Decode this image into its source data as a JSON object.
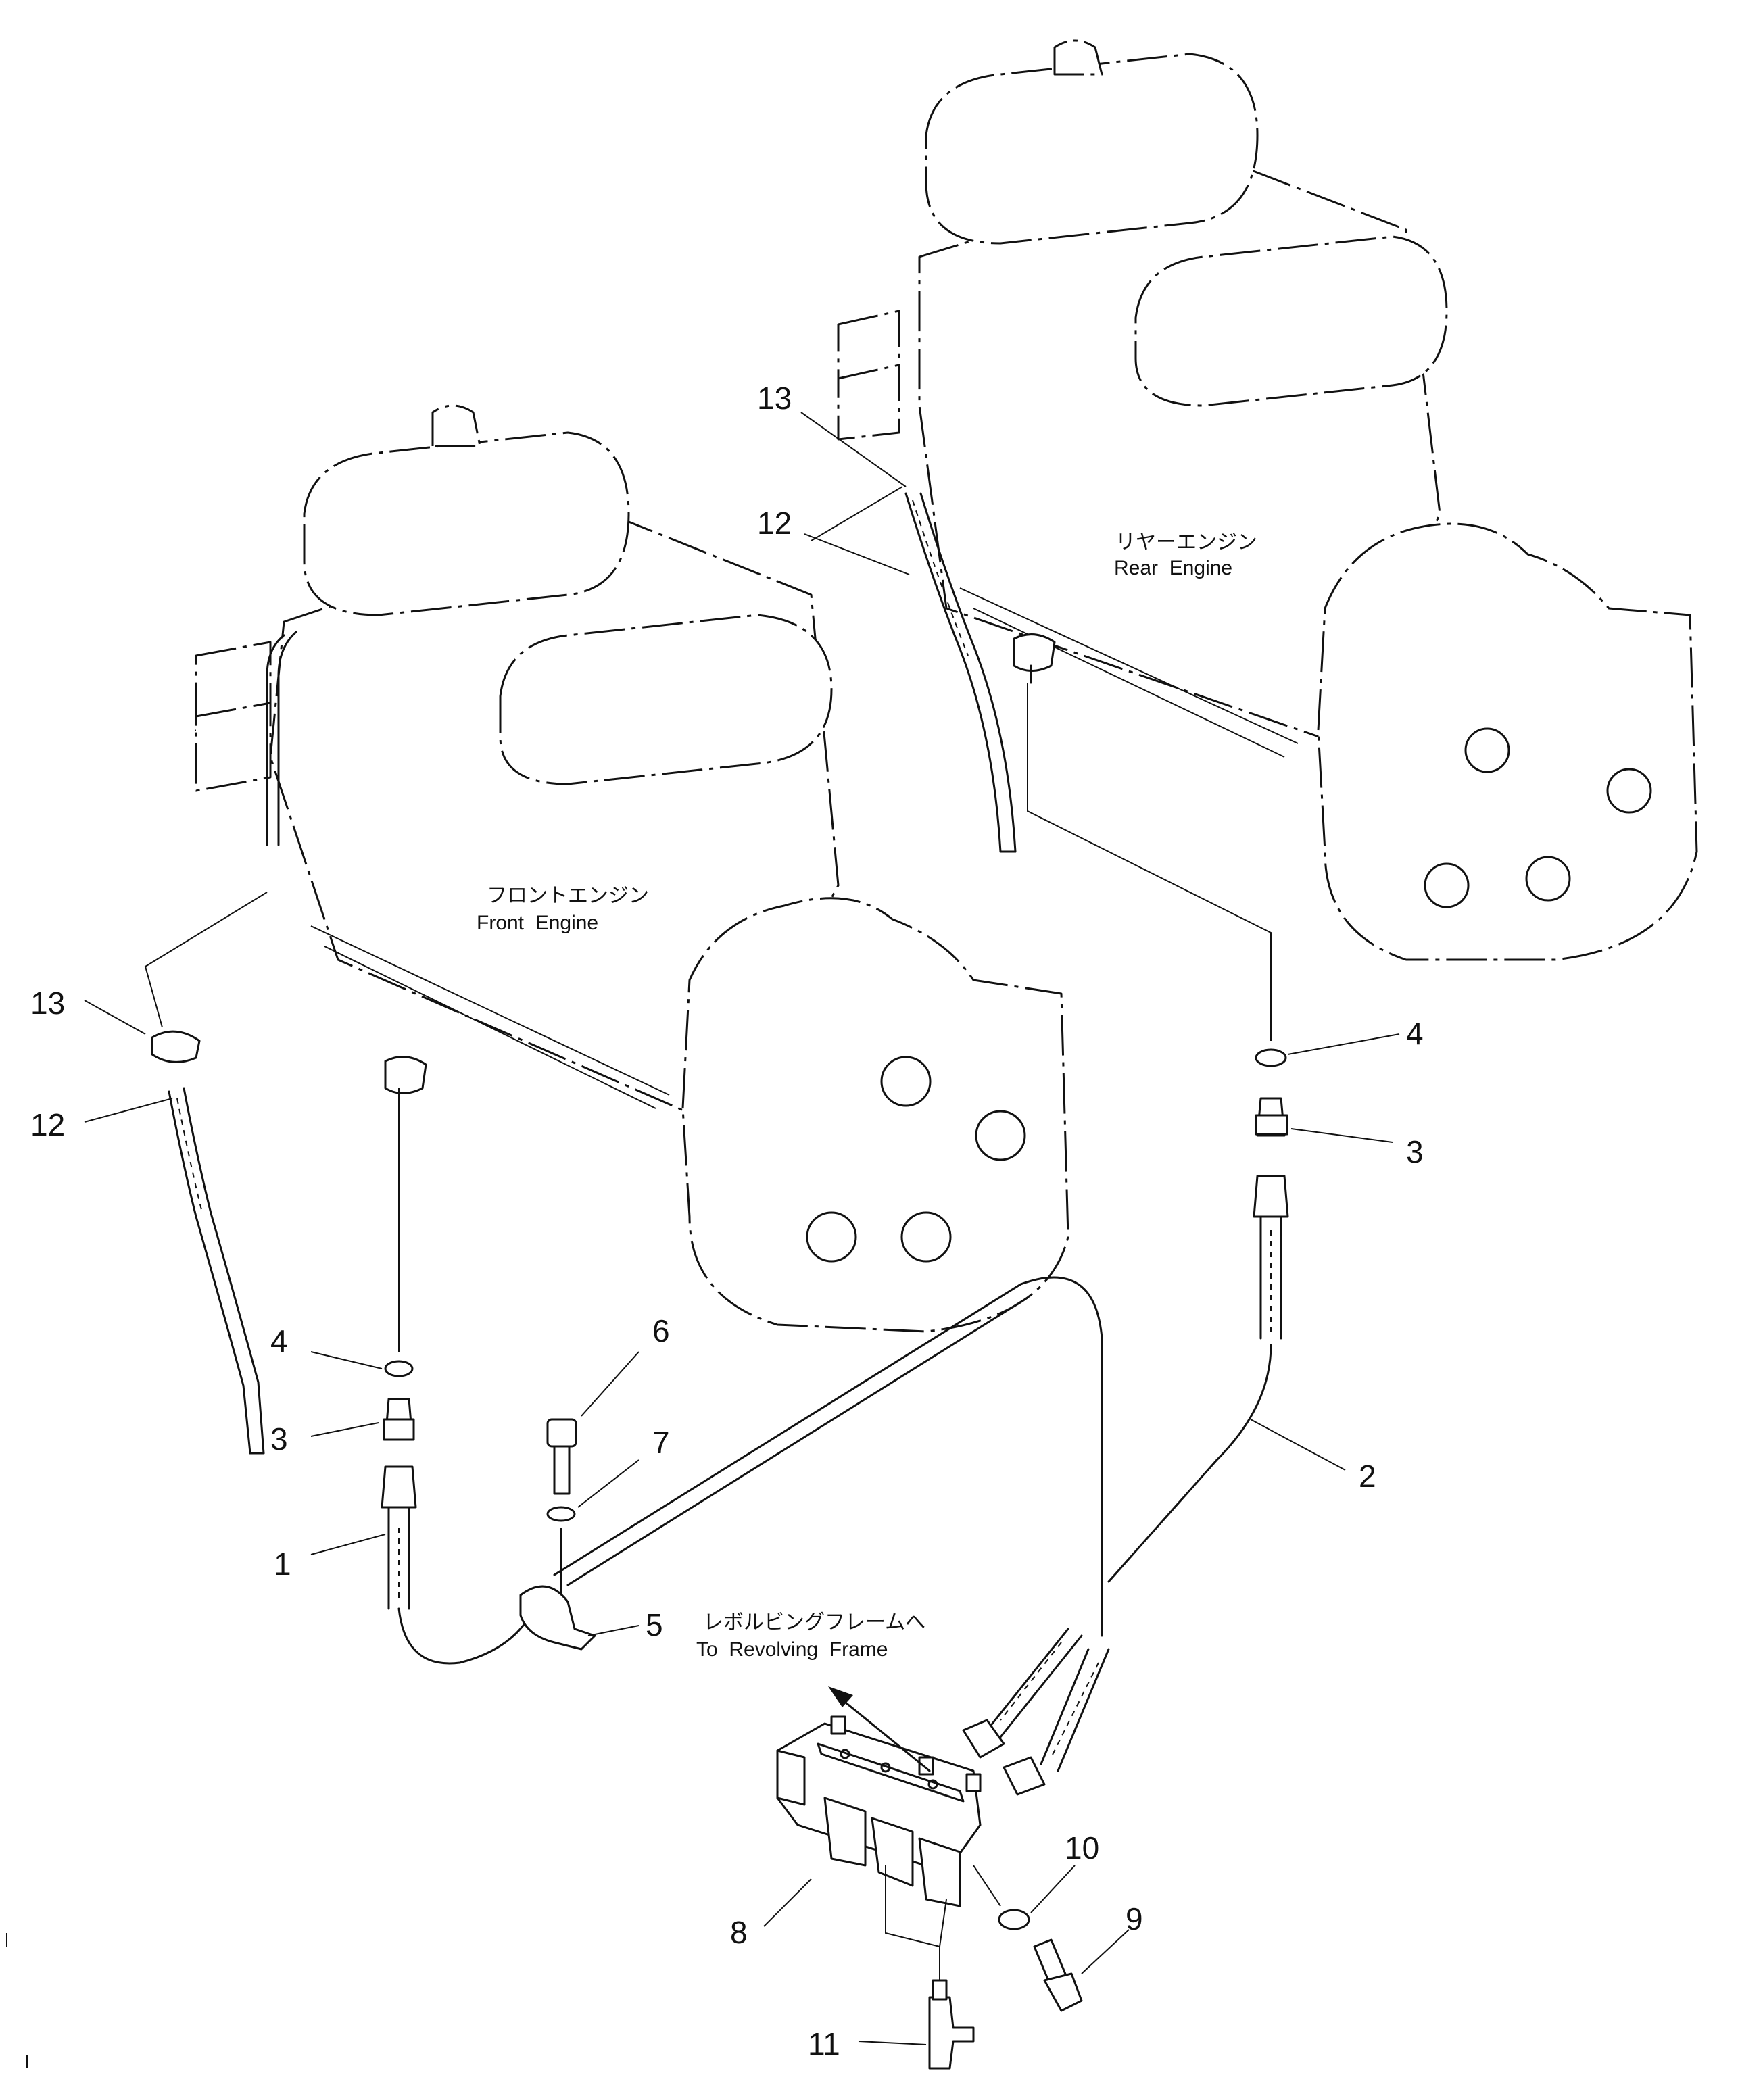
{
  "engines": {
    "front": {
      "label_ja": "フロントエンジン",
      "label_en": "Front  Engine"
    },
    "rear": {
      "label_ja": "リヤーエンジン",
      "label_en": "Rear  Engine"
    }
  },
  "destination": {
    "label_ja": "レボルビングフレームへ",
    "label_en": "To  Revolving  Frame"
  },
  "callouts": {
    "c1": "1",
    "c2": "2",
    "c3_front": "3",
    "c3_rear": "3",
    "c4_front": "4",
    "c4_rear": "4",
    "c5": "5",
    "c6": "6",
    "c7": "7",
    "c8": "8",
    "c9": "9",
    "c10": "10",
    "c11": "11",
    "c12_front": "12",
    "c12_rear": "12",
    "c13_front": "13",
    "c13_rear": "13"
  }
}
